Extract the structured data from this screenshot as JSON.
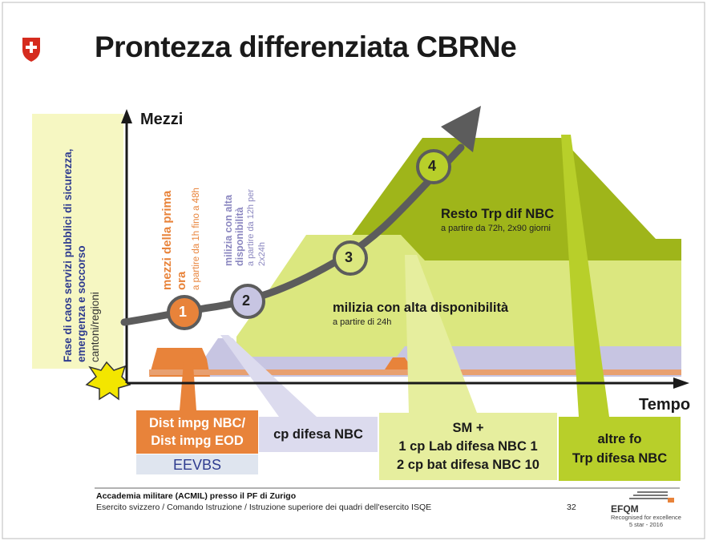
{
  "title": "Prontezza differenziata CBRNe",
  "side_label": {
    "line1": "Fase di caos servizi pubblici di sicurezza,",
    "line2": "emergenza e soccorso",
    "line3": "cantoni/regioni"
  },
  "axes": {
    "y_label": "Mezzi",
    "x_label": "Tempo"
  },
  "phase_labels": {
    "mezzi_prima_ora": "mezzi della prima ora",
    "mezzi_prima_ora_l1": "mezzi della prima",
    "mezzi_prima_ora_l2": "ora",
    "mezzi_prima_ora_time": "a partire da 1h fino a 48h",
    "milizia_vert_l1": "milizia con alta",
    "milizia_vert_l2": "disponibilità",
    "milizia_vert_time_l1": "a partire da 12h per",
    "milizia_vert_time_l2": "2x24h"
  },
  "areas": {
    "resto_title": "Resto Trp dif NBC",
    "resto_time": "a partire da 72h, 2x90 giorni",
    "milizia_title": "milizia con alta disponibilità",
    "milizia_time": "a partire di 24h"
  },
  "steps": [
    "1",
    "2",
    "3",
    "4"
  ],
  "callouts": {
    "orange_l1": "Dist impg NBC/",
    "orange_l2": "Dist impg EOD",
    "eevbs": "EEVBS",
    "cp_difesa": "cp difesa NBC",
    "sm_l1": "SM +",
    "sm_l2": "1 cp Lab difesa NBC 1",
    "sm_l3": "2 cp bat difesa NBC 10",
    "altre_l1": "altre fo",
    "altre_l2": "Trp difesa NBC"
  },
  "footer": {
    "line1": "Accademia militare (ACMIL) presso il PF di Zurigo",
    "line2": "Esercito svizzero / Comando Istruzione / Istruzione superiore dei quadri dell'esercito ISQE",
    "page": "32",
    "efqm": "EFQM",
    "efqm_sub1": "Recognised for excellence",
    "efqm_sub2": "5 star - 2016"
  },
  "colors": {
    "swiss_red": "#d52b1e",
    "orange": "#e8833a",
    "lavender": "#c7c5e2",
    "light_green": "#dbe77f",
    "mid_green": "#b8cf2a",
    "dark_green": "#9fb51a",
    "pale_yellow": "#f6f7c2",
    "arrow_gray": "#5c5c5c"
  }
}
